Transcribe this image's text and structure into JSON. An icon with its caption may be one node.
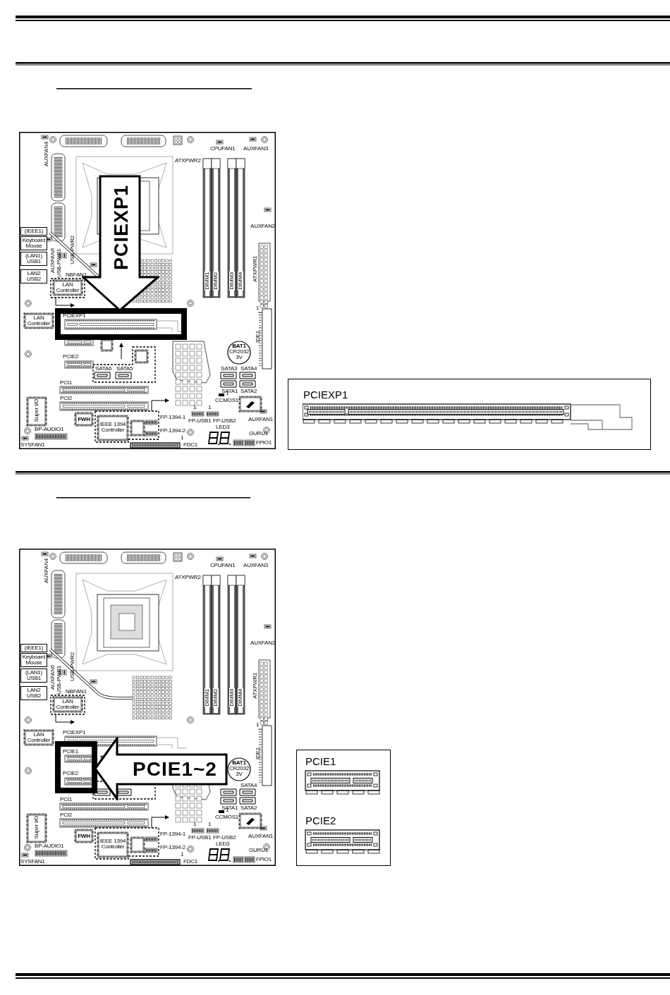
{
  "diagram": {
    "nodes": [
      {
        "text": [
          "PCIEXP1"
        ]
      },
      {
        "text": [
          "PCIEXP1"
        ]
      },
      {
        "text": [
          "PCIE1~2"
        ]
      },
      {
        "text": [
          "PCIE1",
          "PCIE2"
        ]
      }
    ],
    "labels": [
      "AUXFAN4",
      "ATXPWR2",
      "CPUFAN1",
      "AUXFAN3",
      "(IEEE1)",
      "Keyboard Mouse",
      "AUXFAN6",
      "USB-PWR1",
      "USB-PWR2",
      "(LAN1) USB1",
      "NBFAN1",
      "AUXFAN2",
      "ATXPWR1",
      "DIMM1",
      "DIMM2",
      "DIMM3",
      "DIMM4",
      "LAN2 USB2",
      "LAN Controller",
      "LAN Controller",
      "PCIEXP1",
      "1",
      "IDE1",
      "PCIE2",
      "BAT1",
      "CR2032",
      "3V",
      "SATA6",
      "SATA5",
      "SATA3",
      "SATA4",
      "SATA1",
      "SATA2",
      "PCI1",
      "1",
      "CCMOS1",
      "PCI2",
      "Super I/O",
      "BP-AUDIO1",
      "FWH",
      "IEEE 1394 Controller",
      "FP-1394-1",
      "FP-1394-2",
      "1",
      "1",
      "FP-USB1",
      "FP-USB2",
      "AUXFAN1",
      "LED3",
      "GURU1",
      "1",
      "FDC1",
      "FPIO1",
      "SYSFAN1",
      "AUXFAN4",
      "ATXPWR2",
      "CPUFAN1",
      "AUXFAN3",
      "(IEEE1)",
      "Keyboard Mouse",
      "AUXFAN6",
      "USB-PWR1",
      "USB-PWR2",
      "(LAN1) USB1",
      "NBFAN1",
      "AUXFAN2",
      "ATXPWR1",
      "DIMM1",
      "DIMM2",
      "DIMM3",
      "DIMM4",
      "LAN2 USB2",
      "LAN Controller",
      "LAN Controller",
      "PCIEXP1",
      "1",
      "IDE1",
      "PCIE1",
      "PCIE2",
      "BAT1",
      "CR2032",
      "3V",
      "SATA4",
      "SATA1",
      "SATA2",
      "PCI1",
      "1",
      "CCMOS1",
      "PCI2",
      "Super I/O",
      "BP-AUDIO1",
      "FWH",
      "IEEE 1394 Controller",
      "FP-1394-1",
      "FP-1394-2",
      "1",
      "1",
      "FP-USB1",
      "FP-USB2",
      "AUXFAN1",
      "LED3",
      "GURU1",
      "1",
      "FDC1",
      "FPIO1",
      "SYSFAN1"
    ]
  }
}
